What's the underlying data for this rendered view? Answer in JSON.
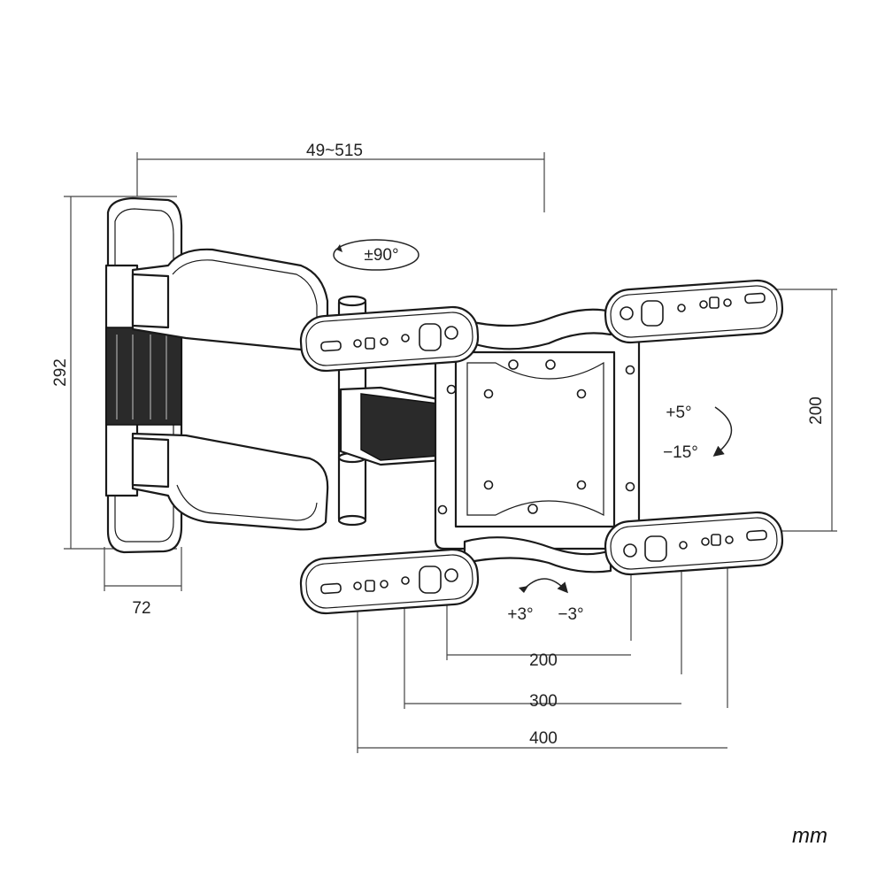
{
  "dimensions": {
    "extension": "49~515",
    "height": "292",
    "depth": "72",
    "vesa_vertical": "200",
    "vesa_200": "200",
    "vesa_300": "300",
    "vesa_400": "400"
  },
  "rotation": {
    "swivel": "±90°",
    "tilt_up": "+5°",
    "tilt_down": "−15°",
    "level_plus": "+3°",
    "level_minus": "−3°"
  },
  "unit": "mm"
}
